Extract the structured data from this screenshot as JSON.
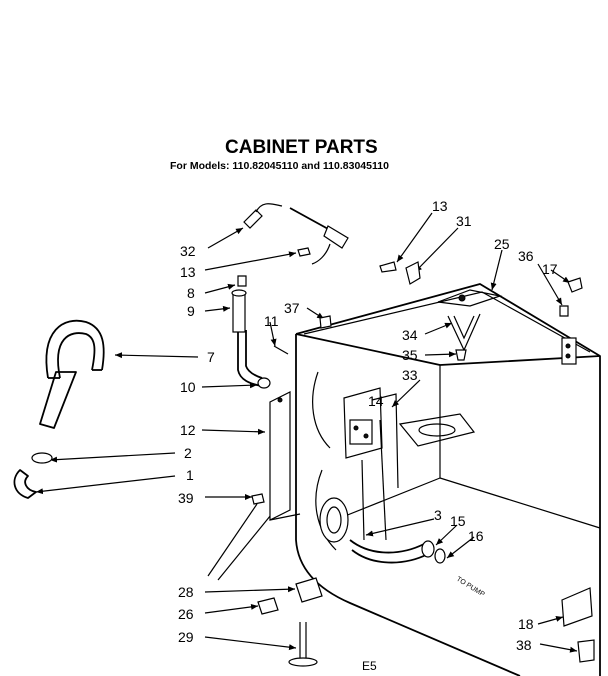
{
  "title": "CABINET PARTS",
  "subtitle": "For Models: 110.82045110 and 110.83045110",
  "page_code": "E5",
  "to_pump_note": "TO PUMP",
  "callouts": [
    "32",
    "13",
    "8",
    "9",
    "7",
    "37",
    "11",
    "10",
    "12",
    "2",
    "1",
    "39",
    "28",
    "26",
    "29",
    "13",
    "31",
    "25",
    "36",
    "17",
    "34",
    "35",
    "33",
    "14",
    "3",
    "15",
    "16",
    "18",
    "38"
  ]
}
